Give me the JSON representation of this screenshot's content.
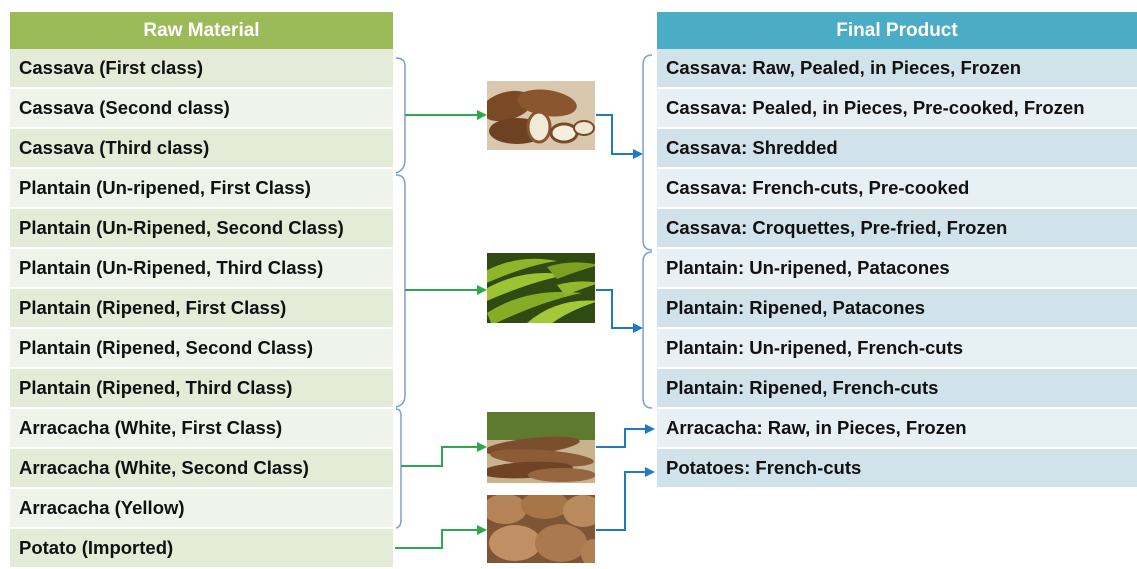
{
  "raw_material": {
    "title": "Raw Material",
    "items": [
      "Cassava (First class)",
      "Cassava (Second class)",
      "Cassava (Third class)",
      "Plantain (Un-ripened, First Class)",
      "Plantain (Un-Ripened, Second Class)",
      "Plantain (Un-Ripened, Third Class)",
      "Plantain (Ripened, First Class)",
      "Plantain (Ripened, Second Class)",
      "Plantain (Ripened, Third Class)",
      "Arracacha (White, First Class)",
      "Arracacha (White, Second Class)",
      "Arracacha (Yellow)",
      "Potato (Imported)"
    ]
  },
  "final_product": {
    "title": "Final Product",
    "items": [
      "Cassava: Raw, Pealed, in Pieces, Frozen",
      "Cassava: Pealed, in Pieces, Pre-cooked, Frozen",
      "Cassava: Shredded",
      "Cassava: French-cuts, Pre-cooked",
      "Cassava: Croquettes, Pre-fried, Frozen",
      "Plantain: Un-ripened, Patacones",
      "Plantain: Ripened, Patacones",
      "Plantain: Un-ripened, French-cuts",
      "Plantain: Ripened, French-cuts",
      "Arracacha: Raw, in Pieces, Frozen",
      "Potatoes: French-cuts"
    ]
  },
  "photos": [
    {
      "icon": "cassava-photo-icon"
    },
    {
      "icon": "plantain-photo-icon"
    },
    {
      "icon": "arracacha-photo-icon"
    },
    {
      "icon": "potato-photo-icon"
    }
  ],
  "colors": {
    "raw_header": "#9bbb59",
    "final_header": "#4bacc6",
    "green_arrow": "#2ca94f",
    "blue_arrow": "#1f7ac0",
    "bracket": "#7f9fcf"
  }
}
